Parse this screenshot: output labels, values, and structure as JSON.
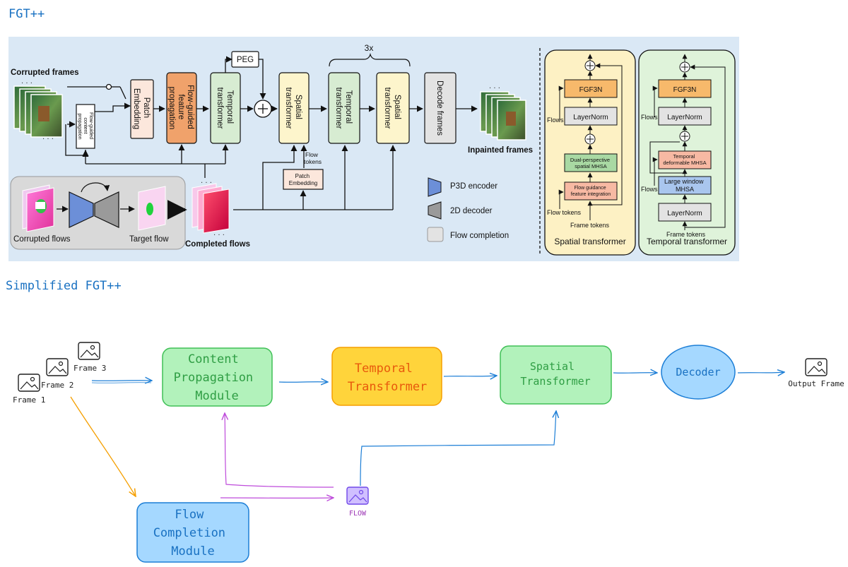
{
  "titles": {
    "top": "FGT++",
    "bottom": "Simplified FGT++"
  },
  "top_diagram": {
    "corrupted_frames": "Corrupted frames",
    "flow_guided_content_propagation": [
      "Flow-guided",
      "content",
      "propagation"
    ],
    "patch_embedding": [
      "Patch",
      "Embedding"
    ],
    "flow_guided_feature_propagation": [
      "Flow-guided",
      "feature",
      "propagation"
    ],
    "temporal_transformer_1": [
      "Temporal",
      "transformer"
    ],
    "peg": "PEG",
    "spatial_transformer_1": [
      "Spatial",
      "transformer"
    ],
    "repeat": "3x",
    "temporal_transformer_2": [
      "Temporal",
      "transformer"
    ],
    "spatial_transformer_2": [
      "Spatial",
      "transformer"
    ],
    "decode_frames": "Decode frames",
    "inpainted_frames": "Inpainted frames",
    "flow_tokens": [
      "Flow",
      "tokens"
    ],
    "patch_embedding_small": [
      "Patch",
      "Embedding"
    ],
    "corrupted_flows": "Corrupted flows",
    "target_flow": "Target flow",
    "completed_flows": "Completed flows",
    "legend": [
      "P3D encoder",
      "2D decoder",
      "Flow completion"
    ],
    "spatial_panel": {
      "title": "Spatial transformer",
      "fgf3n": "FGF3N",
      "layernorm": "LayerNorm",
      "mhsa": [
        "Dual-perspective",
        "spatial MHSA"
      ],
      "guidance": [
        "Flow guidance",
        "feature integration"
      ],
      "flows": "Flows",
      "flow_tokens": "Flow tokens",
      "frame_tokens": "Frame tokens"
    },
    "temporal_panel": {
      "title": "Temporal transformer",
      "fgf3n": "FGF3N",
      "layernorm": "LayerNorm",
      "deformable": [
        "Temporal",
        "deformable MHSA"
      ],
      "large_window": [
        "Large window",
        "MHSA"
      ],
      "layernorm2": "LayerNorm",
      "flows_top": "Flows",
      "flows_bottom": "Flows",
      "frame_tokens": "Frame tokens"
    }
  },
  "bottom_diagram": {
    "frames": [
      "Frame 1",
      "Frame 2",
      "Frame 3"
    ],
    "content_module": [
      "Content",
      "Propagation",
      "Module"
    ],
    "temporal": [
      "Temporal",
      "Transformer"
    ],
    "spatial": [
      "Spatial",
      "Transformer"
    ],
    "decoder": "Decoder",
    "output": "Output Frame",
    "flow_module": [
      "Flow",
      "Completion",
      "Module"
    ],
    "flow": "FLOW"
  },
  "colors": {
    "title_blue": "#1971c2",
    "panel_bg": "#dae8f5",
    "green_block": "#b2f2bb",
    "green_stroke": "#40c057",
    "yellow_block": "#ffd43b",
    "yellow_stroke": "#f59f00",
    "blue_block": "#a5d8ff",
    "blue_stroke": "#1c7ed6",
    "purple": "#be4bdb",
    "orange": "#f59f00"
  }
}
